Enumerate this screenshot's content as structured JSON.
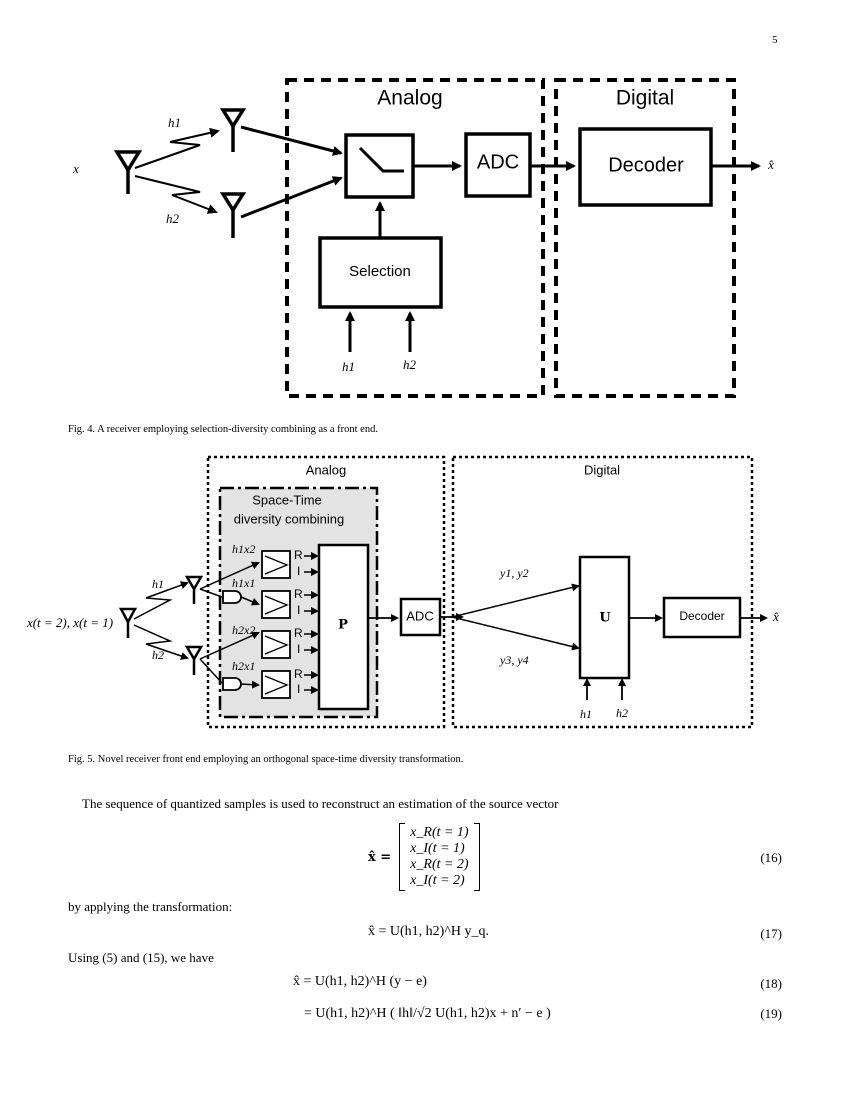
{
  "page_number": "5",
  "fig4": {
    "caption": "Fig. 4.   A receiver employing selection-diversity combining as a front end.",
    "analog_label": "Analog",
    "digital_label": "Digital",
    "adc_label": "ADC",
    "decoder_label": "Decoder",
    "selection_label": "Selection",
    "input_label": "x",
    "output_label": "x̂",
    "h1_label": "h1",
    "h2_label": "h2"
  },
  "fig5": {
    "caption": "Fig. 5.   Novel receiver front end employing an orthogonal space-time diversity transformation.",
    "analog_label": "Analog",
    "digital_label": "Digital",
    "stc_label_line1": "Space-Time",
    "stc_label_line2": "diversity combining",
    "p_label": "P",
    "adc_label": "ADC",
    "u_label": "U",
    "decoder_label": "Decoder",
    "input_label": "x(t = 2), x(t = 1)",
    "output_label": "x̂",
    "y12_label": "y1, y2",
    "y34_label": "y3, y4",
    "branch_labels": [
      "h1x2",
      "h1x1",
      "h2x2",
      "h2x1"
    ],
    "r_label": "R",
    "i_label": "I",
    "h1_label": "h1",
    "h2_label": "h2"
  },
  "text": {
    "para1": "The sequence of quantized samples is used to reconstruct an estimation of the source vector",
    "para2": "by applying the transformation:",
    "para3": "Using (5) and (15), we have"
  },
  "equations": {
    "eq16_lhs": "x̂ =",
    "eq16_rows": [
      "x_R(t = 1)",
      "x_I(t = 1)",
      "x_R(t = 2)",
      "x_I(t = 2)"
    ],
    "eq16_num": "(16)",
    "eq17": "x̂ = U(h1, h2)^H y_q.",
    "eq17_num": "(17)",
    "eq18": "x̂ = U(h1, h2)^H (y − e)",
    "eq18_num": "(18)",
    "eq19": "= U(h1, h2)^H ( ‖h‖/√2 U(h1, h2)x + n′ − e )",
    "eq19_num": "(19)"
  }
}
